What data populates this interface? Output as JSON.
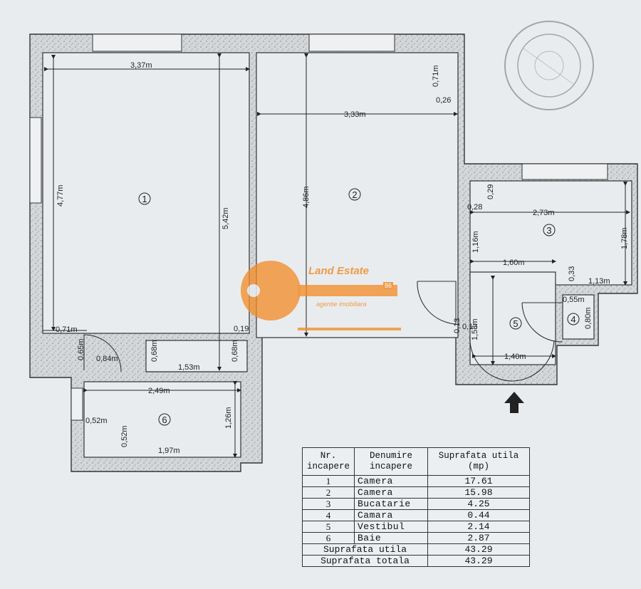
{
  "rooms": [
    {
      "number": "1"
    },
    {
      "number": "2"
    },
    {
      "number": "3"
    },
    {
      "number": "4"
    },
    {
      "number": "5"
    },
    {
      "number": "6"
    }
  ],
  "dimensions": {
    "r1_width": "3,37m",
    "r1_height": "4,77m",
    "r1_depth": "5,42m",
    "r1_bottom_left": "0,71m",
    "r1_door": "0,84m",
    "r1_niche_h": "0,68m",
    "r1_niche_w": "1,53m",
    "r1_niche_r": "0,68m",
    "r1_left_h": "0,65m",
    "r2_width": "3,33m",
    "r2_height": "4,86m",
    "r2_top": "0,71m",
    "r2_corner": "0,26",
    "r2_bottom": "0,19",
    "r3_width": "2,73m",
    "r3_height": "1,78m",
    "r3_top": "0,29",
    "r3_left": "0,28",
    "r3_side": "1,16m",
    "r3_pass": "1,60m",
    "r3_small": "0,33",
    "r3_right": "1,13m",
    "r4_w": "0,55m",
    "r4_h": "0,80m",
    "r5_h": "1,53m",
    "r5_w": "1,40m",
    "r5_a": "0,13",
    "r5_b": "0,13",
    "r6_width": "2,49m",
    "r6_h": "1,26m",
    "r6_bottom": "1,97m",
    "r6_left": "0,52m",
    "r6_left_h": "0,52m"
  },
  "watermark": {
    "brand": "Land Estate",
    "subtitle": "agentie imobiliara",
    "badge": "86"
  },
  "table": {
    "headers": {
      "nr": [
        "Nr.",
        "incapere"
      ],
      "name": [
        "Denumire",
        "incapere"
      ],
      "area": [
        "Suprafata utila",
        "(mp)"
      ]
    },
    "rows": [
      {
        "nr": "1",
        "name": "Camera",
        "area": "17.61"
      },
      {
        "nr": "2",
        "name": "Camera",
        "area": "15.98"
      },
      {
        "nr": "3",
        "name": "Bucatarie",
        "area": "4.25"
      },
      {
        "nr": "4",
        "name": "Camara",
        "area": "0.44"
      },
      {
        "nr": "5",
        "name": "Vestibul",
        "area": "2.14"
      },
      {
        "nr": "6",
        "name": "Baie",
        "area": "2.87"
      }
    ],
    "totals": [
      {
        "label": "Suprafata utila",
        "value": "43.29"
      },
      {
        "label": "Suprafata totala",
        "value": "43.29"
      }
    ]
  },
  "colors": {
    "watermark": "#f28c28",
    "ink": "#222222",
    "paper": "#e9ecef"
  }
}
